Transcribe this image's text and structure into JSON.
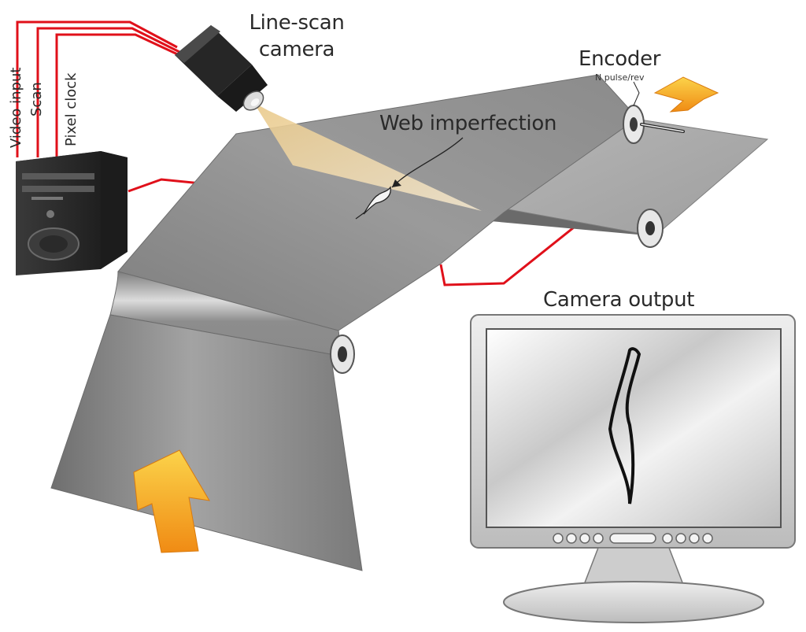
{
  "labels": {
    "camera_line1": "Line-scan",
    "camera_line2": "camera",
    "encoder": "Encoder",
    "encoder_sub": "N pulse/rev",
    "web_imperfection": "Web imperfection",
    "camera_output": "Camera output",
    "video_input": "Video input",
    "scan": "Scan",
    "pixel_clock": "Pixel clock"
  },
  "colors": {
    "signal_wire": "#e0101a",
    "web_sheet": "#8c8c8c",
    "arrow": "#f6a21e",
    "camera_beam": "#f3dfb8",
    "monitor_frame": "#d6d6d6",
    "computer_case": "#2e2e2e"
  },
  "icons": {
    "camera": "line-scan-camera-icon",
    "computer": "computer-tower-icon",
    "monitor": "monitor-icon",
    "encoder": "encoder-wheel-icon",
    "direction_arrow": "direction-arrow-icon"
  }
}
